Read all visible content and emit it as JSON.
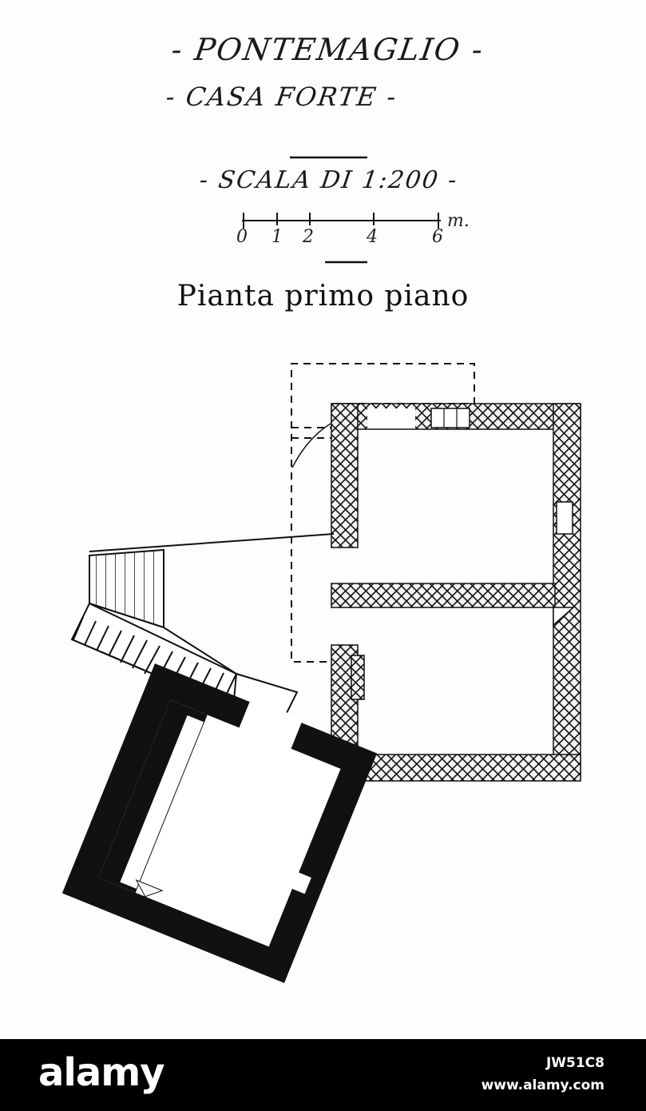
{
  "header": {
    "title_line1": "- PONTEMAGLIO -",
    "title_line2": "- CASA FORTE -",
    "scale_label": "- SCALA DI 1:200 -",
    "scale_ticks": [
      "0",
      "1",
      "2",
      "4",
      "6"
    ],
    "scale_unit": "m."
  },
  "caption": "Pianta primo piano",
  "footer": {
    "brand": "alamy",
    "image_id": "JW51C8",
    "site": "www.alamy.com"
  },
  "colors": {
    "ink": "#111111",
    "footer_bg": "#000000",
    "footer_text": "#ffffff"
  }
}
